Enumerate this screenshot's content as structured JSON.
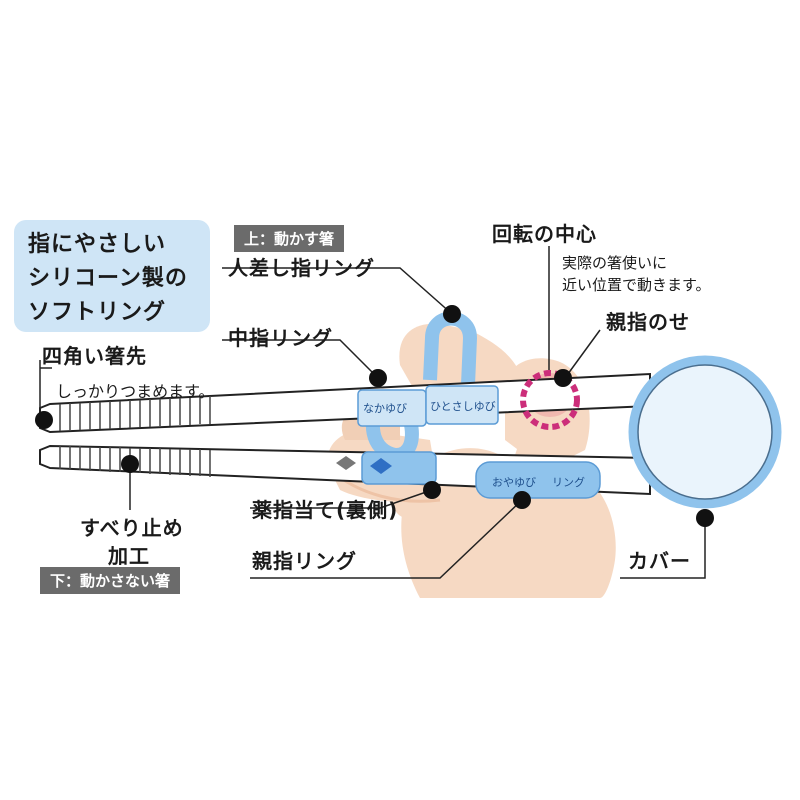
{
  "callout": {
    "lines": [
      "指にやさしい",
      "シリコーン製の",
      "ソフトリング"
    ]
  },
  "tags": {
    "top": "上：動かす箸",
    "bottom": "下：動かさない箸"
  },
  "labels": {
    "index_ring": "人差し指リング",
    "middle_ring": "中指リング",
    "square_tip": "四角い箸先",
    "square_tip_note": "しっかりつまめます。",
    "anti_slip_line1": "すべり止め",
    "anti_slip_line2": "加工",
    "ring_finger_rest": "薬指当て(裏側)",
    "thumb_ring": "親指リング",
    "rotation_center": "回転の中心",
    "rotation_note_line1": "実際の箸使いに",
    "rotation_note_line2": "近い位置で動きます。",
    "thumb_rest": "親指のせ",
    "cover": "カバー"
  },
  "ring_labels": {
    "middle": "なかゆび",
    "index": "ひとさしゆび",
    "thumb_a": "おやゆび",
    "thumb_b": "リング"
  },
  "colors": {
    "callout_bg": "#cfe5f6",
    "tag_bg": "#6b6b6b",
    "ring_blue": "#8fc3ec",
    "ring_light": "#cfe5f6",
    "skin": "#f6d9c3",
    "skin_shadow": "#eec3a6",
    "thumb_circle": "#cc2e7a",
    "chopstick": "#ffffff",
    "outline": "#222222"
  }
}
